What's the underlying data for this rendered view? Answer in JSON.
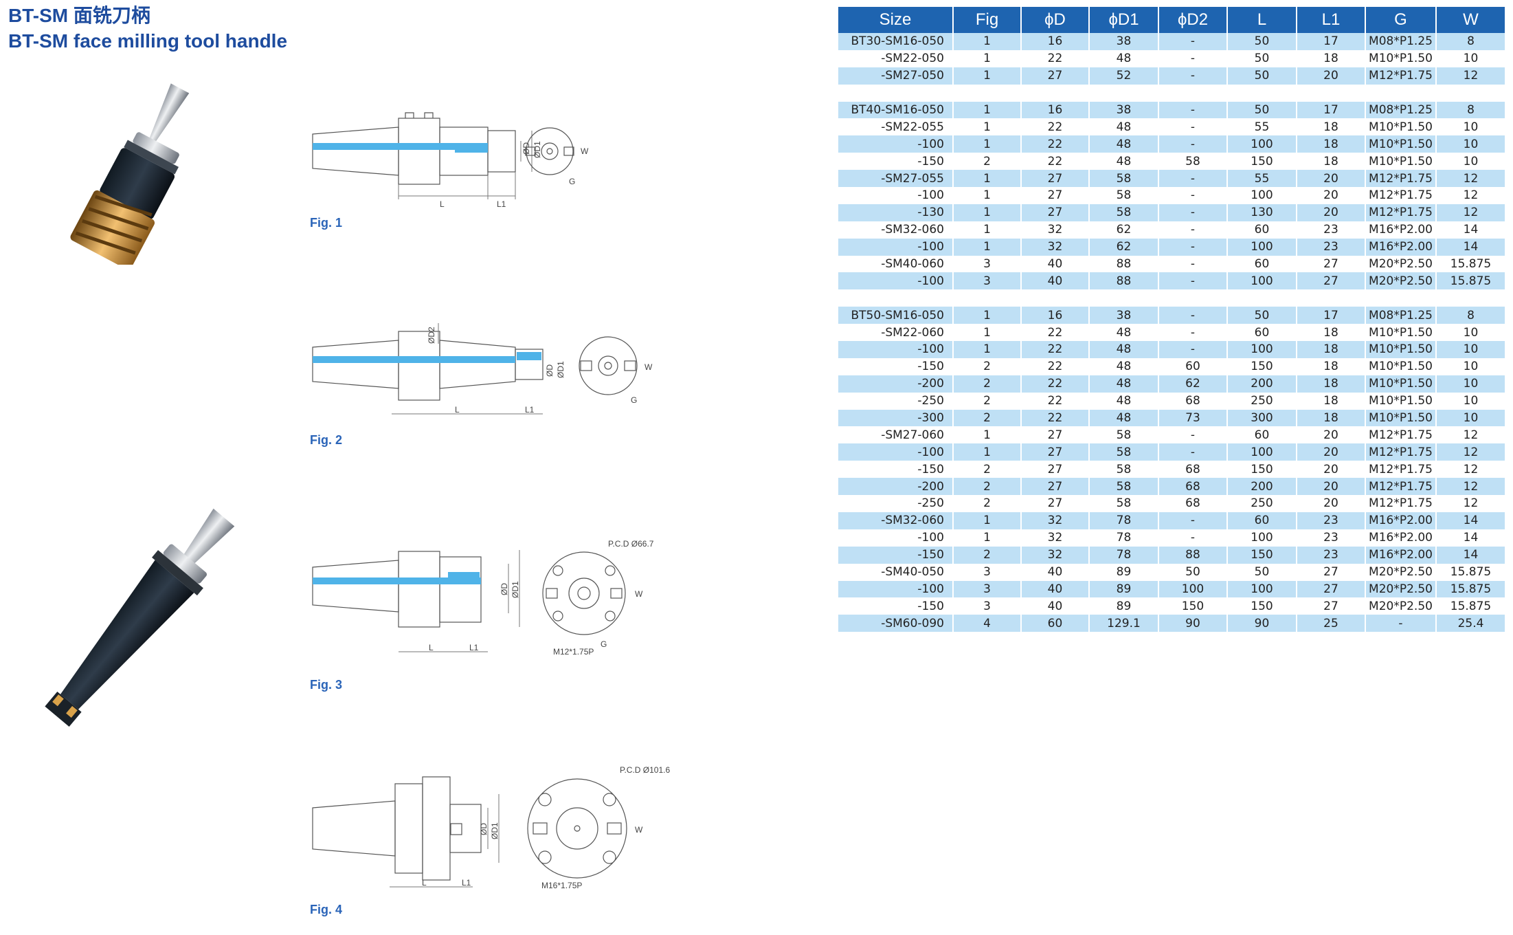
{
  "title": {
    "line1": "BT-SM 面铣刀柄",
    "line2": "BT-SM face milling tool handle"
  },
  "figures": [
    {
      "label": "Fig. 1"
    },
    {
      "label": "Fig. 2"
    },
    {
      "label": "Fig. 3",
      "annotations": {
        "pcd": "P.C.D Ø66.7",
        "thread": "M12*1.75P"
      }
    },
    {
      "label": "Fig. 4",
      "annotations": {
        "pcd": "P.C.D Ø101.6",
        "thread": "M16*1.75P"
      }
    }
  ],
  "dimension_labels": {
    "L": "L",
    "L1": "L1",
    "D": "ØD",
    "D1": "ØD1",
    "D2": "ØD2",
    "W": "W",
    "G": "G"
  },
  "table": {
    "headers": [
      "Size",
      "Fig",
      "ϕD",
      "ϕD1",
      "ϕD2",
      "L",
      "L1",
      "G",
      "W"
    ],
    "rows": [
      {
        "hl": true,
        "cells": [
          "BT30-SM16-050",
          "1",
          "16",
          "38",
          "-",
          "50",
          "17",
          "M08*P1.25",
          "8"
        ]
      },
      {
        "hl": false,
        "cells": [
          "-SM22-050",
          "1",
          "22",
          "48",
          "-",
          "50",
          "18",
          "M10*P1.50",
          "10"
        ]
      },
      {
        "hl": true,
        "cells": [
          "-SM27-050",
          "1",
          "27",
          "52",
          "-",
          "50",
          "20",
          "M12*P1.75",
          "12"
        ]
      },
      {
        "gap": true
      },
      {
        "hl": true,
        "cells": [
          "BT40-SM16-050",
          "1",
          "16",
          "38",
          "-",
          "50",
          "17",
          "M08*P1.25",
          "8"
        ]
      },
      {
        "hl": false,
        "cells": [
          "-SM22-055",
          "1",
          "22",
          "48",
          "-",
          "55",
          "18",
          "M10*P1.50",
          "10"
        ]
      },
      {
        "hl": true,
        "cells": [
          "-100",
          "1",
          "22",
          "48",
          "-",
          "100",
          "18",
          "M10*P1.50",
          "10"
        ]
      },
      {
        "hl": false,
        "cells": [
          "-150",
          "2",
          "22",
          "48",
          "58",
          "150",
          "18",
          "M10*P1.50",
          "10"
        ]
      },
      {
        "hl": true,
        "cells": [
          "-SM27-055",
          "1",
          "27",
          "58",
          "-",
          "55",
          "20",
          "M12*P1.75",
          "12"
        ]
      },
      {
        "hl": false,
        "cells": [
          "-100",
          "1",
          "27",
          "58",
          "-",
          "100",
          "20",
          "M12*P1.75",
          "12"
        ]
      },
      {
        "hl": true,
        "cells": [
          "-130",
          "1",
          "27",
          "58",
          "-",
          "130",
          "20",
          "M12*P1.75",
          "12"
        ]
      },
      {
        "hl": false,
        "cells": [
          "-SM32-060",
          "1",
          "32",
          "62",
          "-",
          "60",
          "23",
          "M16*P2.00",
          "14"
        ]
      },
      {
        "hl": true,
        "cells": [
          "-100",
          "1",
          "32",
          "62",
          "-",
          "100",
          "23",
          "M16*P2.00",
          "14"
        ]
      },
      {
        "hl": false,
        "cells": [
          "-SM40-060",
          "3",
          "40",
          "88",
          "-",
          "60",
          "27",
          "M20*P2.50",
          "15.875"
        ]
      },
      {
        "hl": true,
        "cells": [
          "-100",
          "3",
          "40",
          "88",
          "-",
          "100",
          "27",
          "M20*P2.50",
          "15.875"
        ]
      },
      {
        "gap": true
      },
      {
        "hl": true,
        "cells": [
          "BT50-SM16-050",
          "1",
          "16",
          "38",
          "-",
          "50",
          "17",
          "M08*P1.25",
          "8"
        ]
      },
      {
        "hl": false,
        "cells": [
          "-SM22-060",
          "1",
          "22",
          "48",
          "-",
          "60",
          "18",
          "M10*P1.50",
          "10"
        ]
      },
      {
        "hl": true,
        "cells": [
          "-100",
          "1",
          "22",
          "48",
          "-",
          "100",
          "18",
          "M10*P1.50",
          "10"
        ]
      },
      {
        "hl": false,
        "cells": [
          "-150",
          "2",
          "22",
          "48",
          "60",
          "150",
          "18",
          "M10*P1.50",
          "10"
        ]
      },
      {
        "hl": true,
        "cells": [
          "-200",
          "2",
          "22",
          "48",
          "62",
          "200",
          "18",
          "M10*P1.50",
          "10"
        ]
      },
      {
        "hl": false,
        "cells": [
          "-250",
          "2",
          "22",
          "48",
          "68",
          "250",
          "18",
          "M10*P1.50",
          "10"
        ]
      },
      {
        "hl": true,
        "cells": [
          "-300",
          "2",
          "22",
          "48",
          "73",
          "300",
          "18",
          "M10*P1.50",
          "10"
        ]
      },
      {
        "hl": false,
        "cells": [
          "-SM27-060",
          "1",
          "27",
          "58",
          "-",
          "60",
          "20",
          "M12*P1.75",
          "12"
        ]
      },
      {
        "hl": true,
        "cells": [
          "-100",
          "1",
          "27",
          "58",
          "-",
          "100",
          "20",
          "M12*P1.75",
          "12"
        ]
      },
      {
        "hl": false,
        "cells": [
          "-150",
          "2",
          "27",
          "58",
          "68",
          "150",
          "20",
          "M12*P1.75",
          "12"
        ]
      },
      {
        "hl": true,
        "cells": [
          "-200",
          "2",
          "27",
          "58",
          "68",
          "200",
          "20",
          "M12*P1.75",
          "12"
        ]
      },
      {
        "hl": false,
        "cells": [
          "-250",
          "2",
          "27",
          "58",
          "68",
          "250",
          "20",
          "M12*P1.75",
          "12"
        ]
      },
      {
        "hl": true,
        "cells": [
          "-SM32-060",
          "1",
          "32",
          "78",
          "-",
          "60",
          "23",
          "M16*P2.00",
          "14"
        ]
      },
      {
        "hl": false,
        "cells": [
          "-100",
          "1",
          "32",
          "78",
          "-",
          "100",
          "23",
          "M16*P2.00",
          "14"
        ]
      },
      {
        "hl": true,
        "cells": [
          "-150",
          "2",
          "32",
          "78",
          "88",
          "150",
          "23",
          "M16*P2.00",
          "14"
        ]
      },
      {
        "hl": false,
        "cells": [
          "-SM40-050",
          "3",
          "40",
          "89",
          "50",
          "50",
          "27",
          "M20*P2.50",
          "15.875"
        ]
      },
      {
        "hl": true,
        "cells": [
          "-100",
          "3",
          "40",
          "89",
          "100",
          "100",
          "27",
          "M20*P2.50",
          "15.875"
        ]
      },
      {
        "hl": false,
        "cells": [
          "-150",
          "3",
          "40",
          "89",
          "150",
          "150",
          "27",
          "M20*P2.50",
          "15.875"
        ]
      },
      {
        "hl": true,
        "cells": [
          "-SM60-090",
          "4",
          "60",
          "129.1",
          "90",
          "90",
          "25",
          "-",
          "25.4"
        ]
      }
    ]
  }
}
